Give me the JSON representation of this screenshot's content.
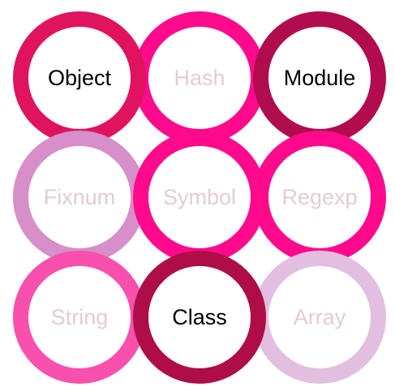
{
  "items": [
    {
      "id": "object",
      "label": "Object",
      "ring_color": "#e0135f",
      "text_color": "#000000"
    },
    {
      "id": "hash",
      "label": "Hash",
      "ring_color": "#ff0a8c",
      "text_color": "#e3ccd6"
    },
    {
      "id": "module",
      "label": "Module",
      "ring_color": "#b10c4d",
      "text_color": "#000000"
    },
    {
      "id": "fixnum",
      "label": "Fixnum",
      "ring_color": "#d68fc9",
      "text_color": "#e3ccd6"
    },
    {
      "id": "symbol",
      "label": "Symbol",
      "ring_color": "#ff0a8c",
      "text_color": "#e3ccd6"
    },
    {
      "id": "regexp",
      "label": "Regexp",
      "ring_color": "#ff0a8c",
      "text_color": "#e3ccd6"
    },
    {
      "id": "string",
      "label": "String",
      "ring_color": "#f750ad",
      "text_color": "#e3ccd6"
    },
    {
      "id": "class",
      "label": "Class",
      "ring_color": "#ae0d48",
      "text_color": "#000000"
    },
    {
      "id": "array",
      "label": "Array",
      "ring_color": "#e2bfe0",
      "text_color": "#e3ccd6"
    }
  ]
}
